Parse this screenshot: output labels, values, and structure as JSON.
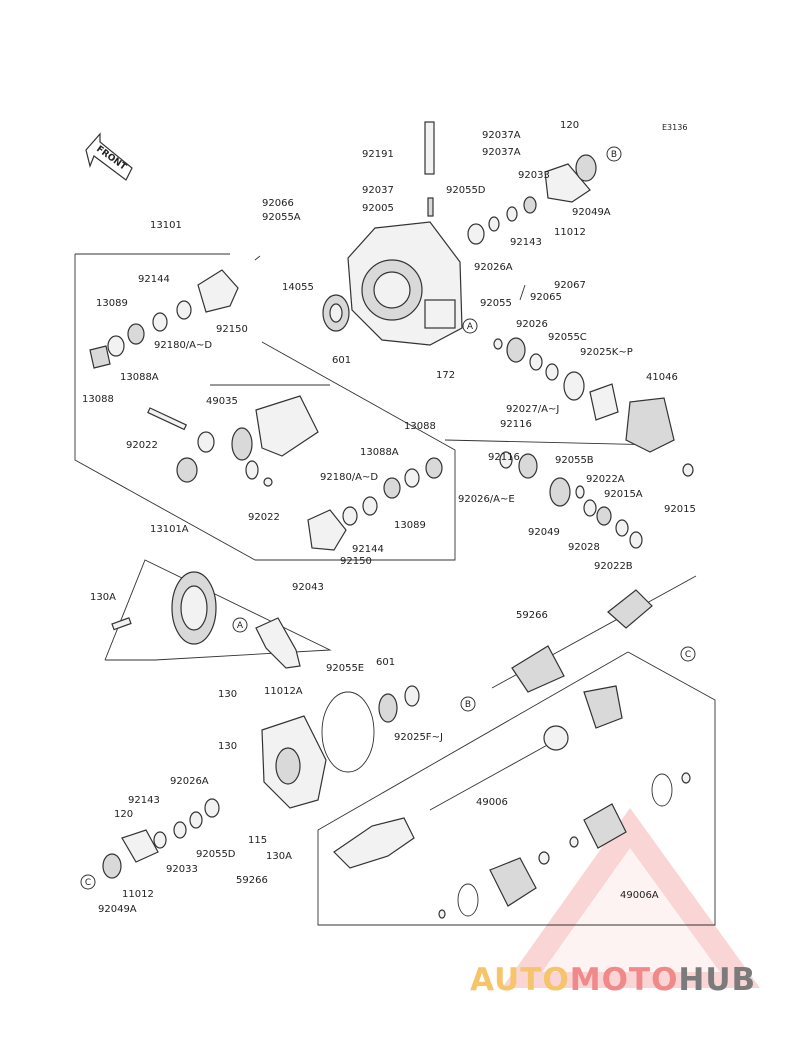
{
  "diagram": {
    "code": "E3136",
    "front_label": "FRONT",
    "labels": [
      "92037A",
      "92037A",
      "92191",
      "120",
      "92033",
      "92037",
      "92055D",
      "92005",
      "92066",
      "92055A",
      "11012",
      "92049A",
      "92143",
      "92026A",
      "92067",
      "92065",
      "13101",
      "92144",
      "14055",
      "92150",
      "13089",
      "92180/A~D",
      "13088A",
      "13088",
      "601",
      "172",
      "92055",
      "92026",
      "92055C",
      "92025K~P",
      "41046",
      "92116",
      "92027/A~J",
      "49035",
      "92022",
      "92116",
      "13088",
      "13088A",
      "92180/A~D",
      "92026/A~E",
      "92055B",
      "92022A",
      "92015A",
      "92015",
      "13089",
      "92144",
      "92049",
      "92028",
      "92022B",
      "92022",
      "92150",
      "13101A",
      "92043",
      "130A",
      "59266",
      "92055E",
      "601",
      "130",
      "11012A",
      "92025F~J",
      "130",
      "92026A",
      "120",
      "92143",
      "92033",
      "92055D",
      "115",
      "130A",
      "49006",
      "92049A",
      "11012",
      "59266",
      "49006A"
    ],
    "markers": [
      "A",
      "A",
      "B",
      "B",
      "C",
      "C"
    ]
  },
  "watermark": {
    "parts": [
      "AUTO",
      "MOTO",
      "HUB"
    ],
    "colors": [
      "#f5c46b",
      "#f08a8a",
      "#7b7b7b"
    ]
  }
}
